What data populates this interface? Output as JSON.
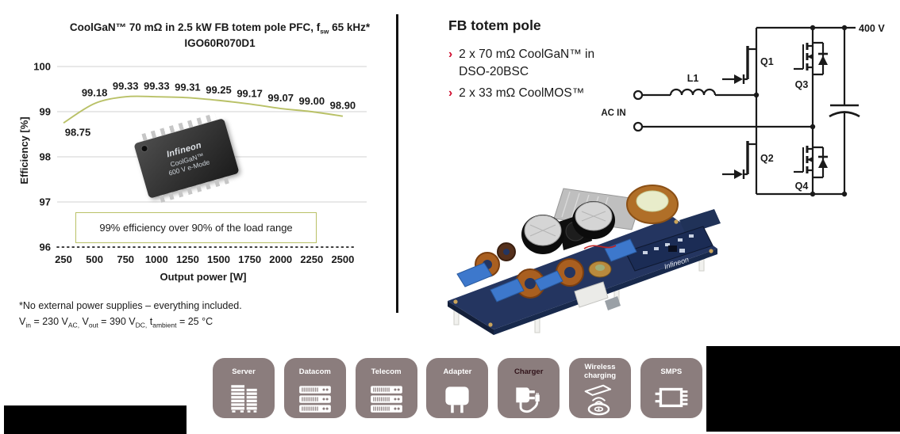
{
  "chart": {
    "title_prefix": "CoolGaN™ 70 mΩ in 2.5 kW FB totem pole PFC, f",
    "title_sub": "sw",
    "title_suffix": " 65 kHz*",
    "subtitle": "IGO60R070D1",
    "y_axis_label": "Efficiency [%]",
    "x_axis_label": "Output power [W]",
    "callout": "99% efficiency over 90% of the load range",
    "footnote1": "*No external power supplies – everything included.",
    "footnote2": {
      "p0": "V",
      "s0": "in",
      "p1": " = 230 V",
      "s1": "AC,",
      "p2": " V",
      "s2": "out",
      "p3": " = 390 V",
      "s3": "DC,",
      "p4": " t",
      "s4": "ambient",
      "p5": " = 25 °C"
    }
  },
  "chart_data": {
    "type": "line",
    "title": "CoolGaN™ 70 mΩ in 2.5 kW FB totem pole PFC, fsw 65 kHz* — IGO60R070D1",
    "x": [
      250,
      500,
      750,
      1000,
      1250,
      1500,
      1750,
      2000,
      2250,
      2500
    ],
    "values": [
      98.75,
      99.18,
      99.33,
      99.33,
      99.31,
      99.25,
      99.17,
      99.07,
      99.0,
      98.9
    ],
    "x_tick_labels": [
      "250",
      "500",
      "750",
      "1000",
      "1250",
      "1500",
      "1750",
      "2000",
      "2250",
      "2500"
    ],
    "y_ticks": [
      100,
      99,
      98,
      97,
      96
    ],
    "ylim": [
      96,
      100
    ],
    "xlabel": "Output power [W]",
    "ylabel": "Efficiency [%]",
    "series_color": "#b9c167",
    "gridline_color": "#d9d9d9",
    "annotation": "99% efficiency over 90% of the load range",
    "legend": "none"
  },
  "chip": {
    "brand": "Infineon",
    "line1": "CoolGaN™",
    "line2": "600 V e-Mode"
  },
  "right_panel": {
    "heading": "FB totem pole",
    "bullets": [
      "2 x 70 mΩ CoolGaN™ in DSO-20BSC",
      "2 x 33 mΩ CoolMOS™"
    ],
    "bullet_color": "#cf0a2c"
  },
  "circuit": {
    "ac_in": "AC IN",
    "l1": "L1",
    "q1": "Q1",
    "q2": "Q2",
    "q3": "Q3",
    "q4": "Q4",
    "vout": "400 V"
  },
  "pcb": {
    "brand": "Infineon"
  },
  "icons": {
    "tile_color": "#8b7d7d",
    "highlight_label_color": "#31131a",
    "items": [
      {
        "label": "Server",
        "glyph": "server-icon",
        "highlight": false
      },
      {
        "label": "Datacom",
        "glyph": "rack-icon",
        "highlight": false
      },
      {
        "label": "Telecom",
        "glyph": "rack-icon",
        "highlight": false
      },
      {
        "label": "Adapter",
        "glyph": "adapter-icon",
        "highlight": false
      },
      {
        "label": "Charger",
        "glyph": "charger-icon",
        "highlight": true
      },
      {
        "label": "Wireless charging",
        "glyph": "wireless-charging-icon",
        "highlight": false
      },
      {
        "label": "SMPS",
        "glyph": "smps-icon",
        "highlight": false
      }
    ]
  }
}
